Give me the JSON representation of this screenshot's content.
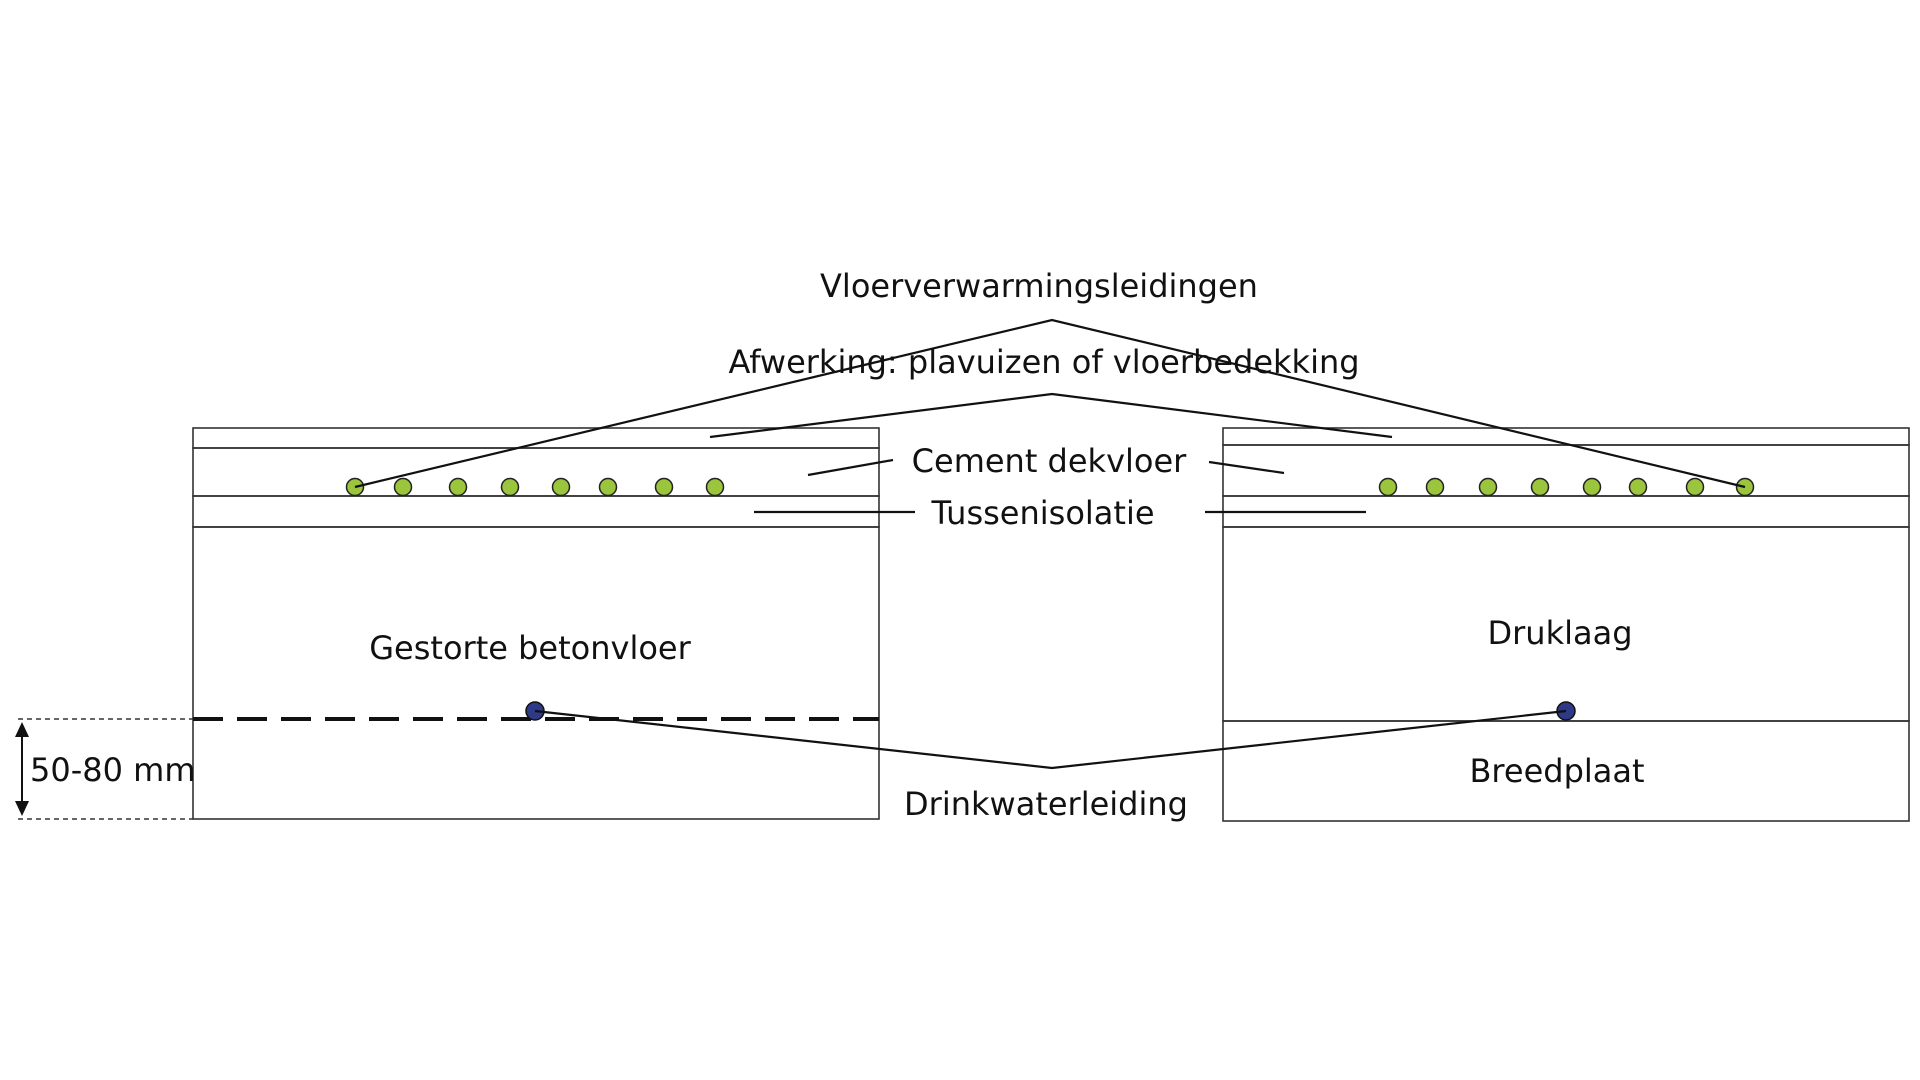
{
  "labels": {
    "underfloor_heating_pipes": "Vloerverwarmingsleidingen",
    "finish": "Afwerking: plavuizen of vloerbedekking",
    "cement_screed": "Cement dekvloer",
    "intermediate_insulation": "Tussenisolatie",
    "poured_concrete_floor": "Gestorte betonvloer",
    "compression_layer": "Druklaag",
    "wide_slab": "Breedplaat",
    "drinking_water_pipe": "Drinkwaterleiding",
    "depth_range": "50-80 mm"
  },
  "colors": {
    "heating_pipe": "#9bc53d",
    "water_pipe": "#2e3a87",
    "hatch": "#a8d8d8",
    "outline": "#333333"
  }
}
